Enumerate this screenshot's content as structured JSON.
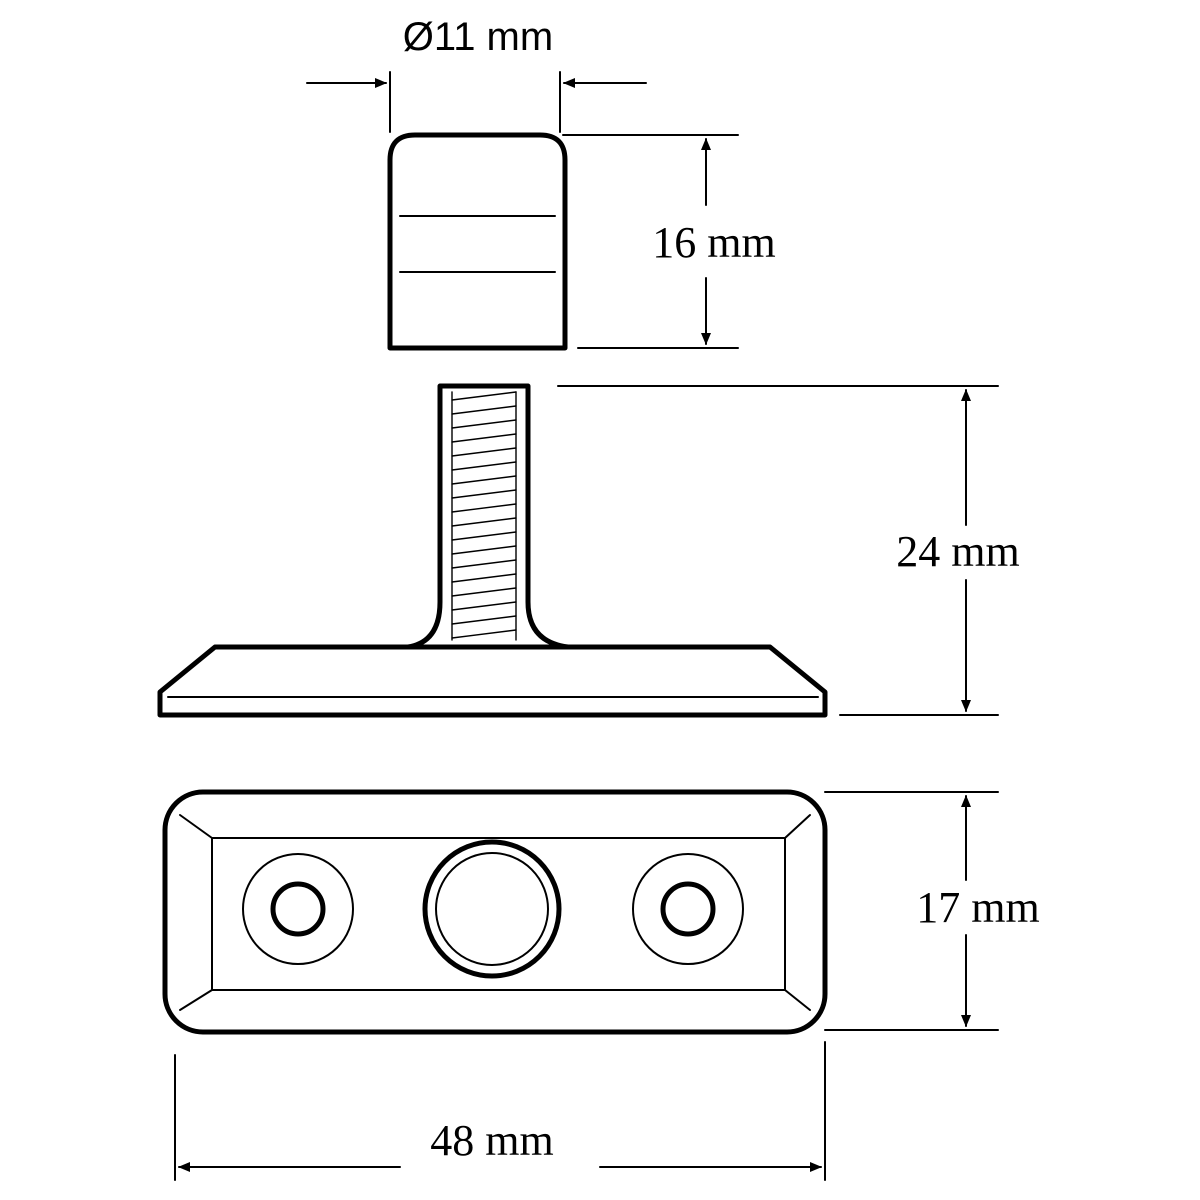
{
  "dimensions": {
    "diameter": "Ø11 mm",
    "cap_height": "16 mm",
    "stud_height": "24 mm",
    "base_width": "17 mm",
    "base_length": "48 mm"
  },
  "colors": {
    "line": "#000000",
    "background": "#ffffff"
  }
}
